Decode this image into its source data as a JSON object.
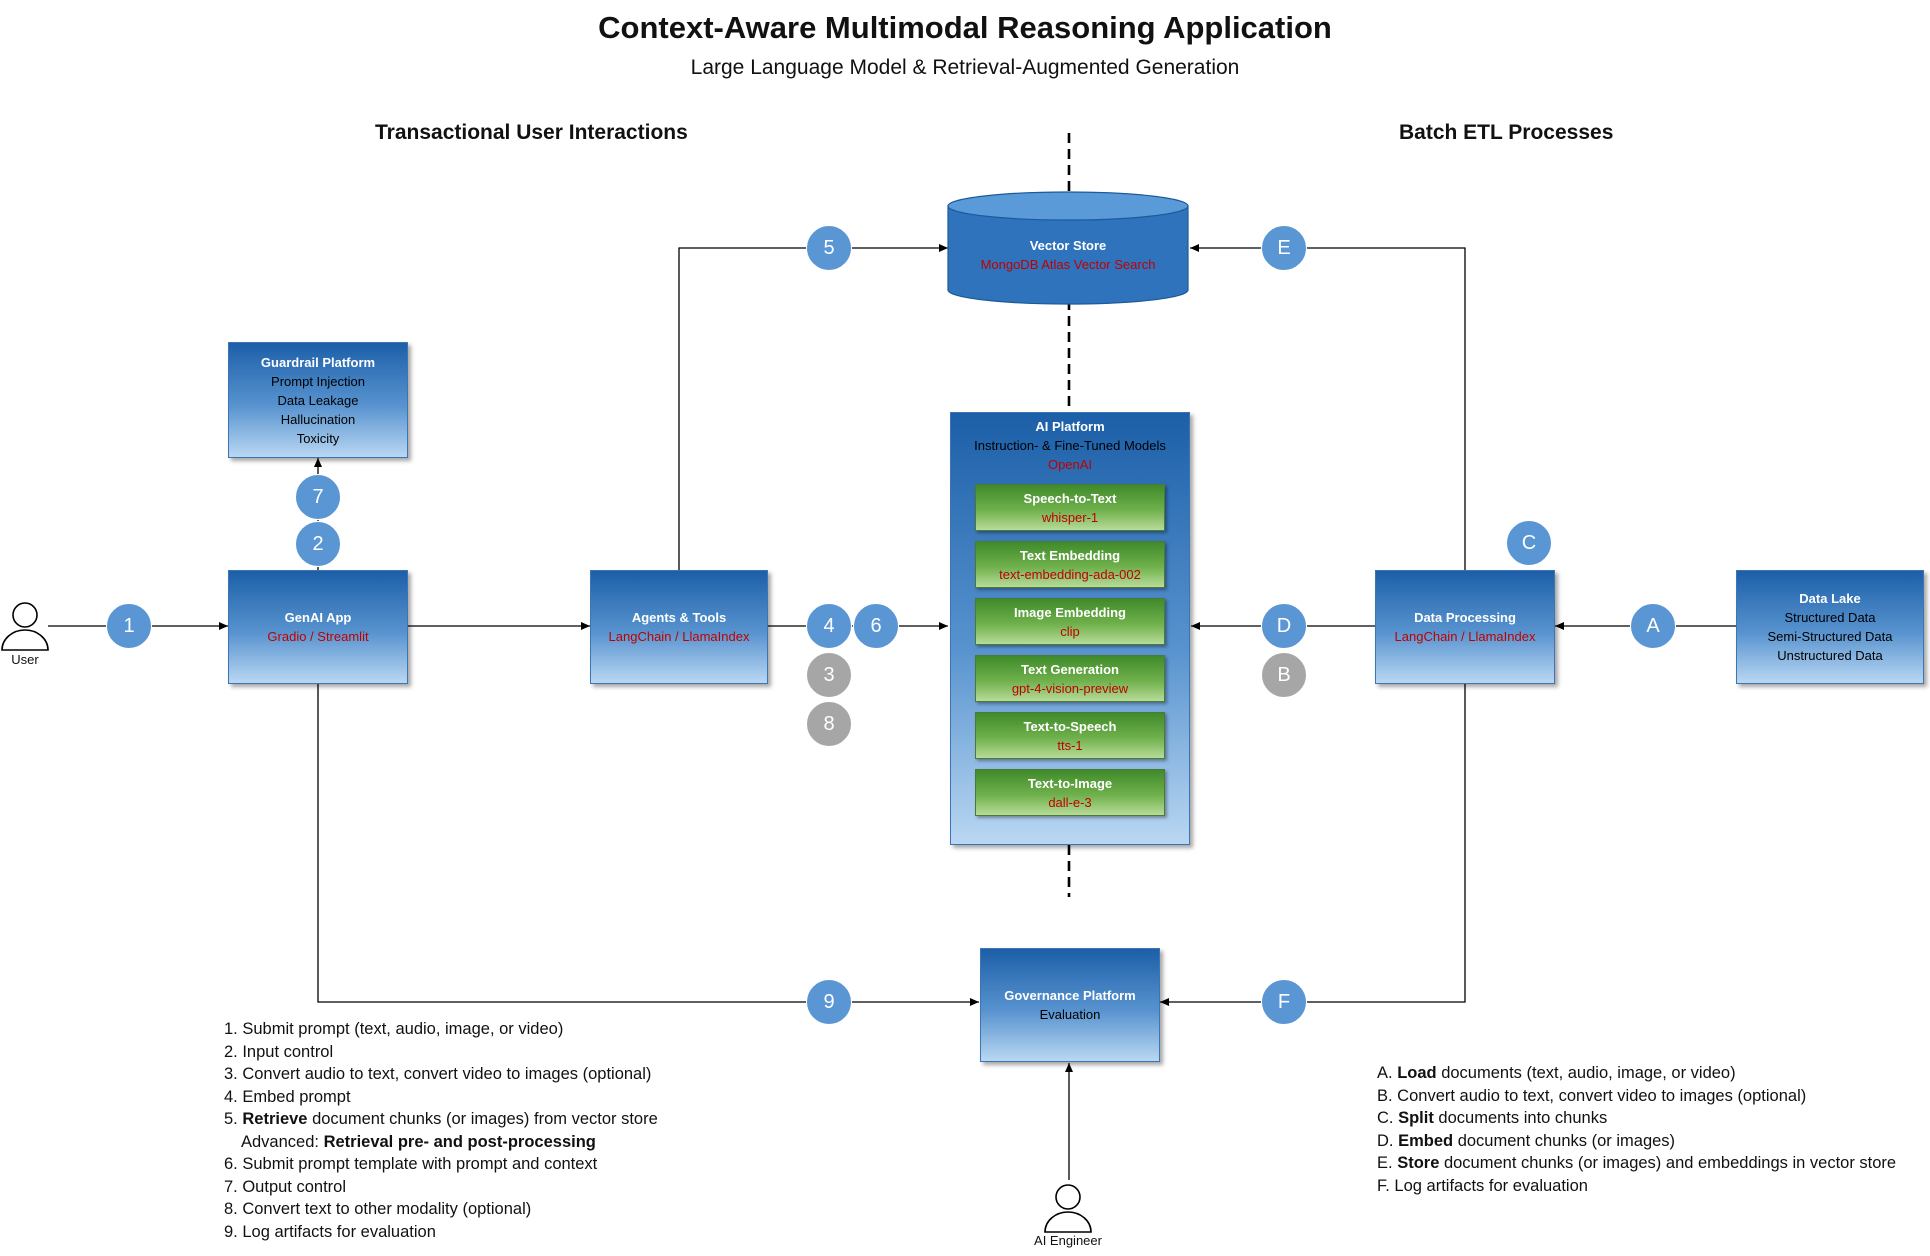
{
  "header": {
    "title": "Context-Aware Multimodal Reasoning Application",
    "subtitle": "Large Language Model & Retrieval-Augmented Generation"
  },
  "sections": {
    "left": "Transactional User Interactions",
    "right": "Batch ETL Processes"
  },
  "nodes": {
    "user": "User",
    "ai_engineer": "AI Engineer",
    "guardrail": {
      "title": "Guardrail Platform",
      "lines": [
        "Prompt Injection",
        "Data Leakage",
        "Hallucination",
        "Toxicity"
      ]
    },
    "genai_app": {
      "title": "GenAI App",
      "sub": "Gradio / Streamlit"
    },
    "agents": {
      "title": "Agents & Tools",
      "sub": "LangChain / LlamaIndex"
    },
    "vector_store": {
      "title": "Vector Store",
      "sub": "MongoDB Atlas Vector Search"
    },
    "ai_platform": {
      "title": "AI Platform",
      "line": "Instruction- & Fine-Tuned Models",
      "sub": "OpenAI"
    },
    "models": [
      {
        "title": "Speech-to-Text",
        "sub": "whisper-1"
      },
      {
        "title": "Text Embedding",
        "sub": "text-embedding-ada-002"
      },
      {
        "title": "Image Embedding",
        "sub": "clip"
      },
      {
        "title": "Text Generation",
        "sub": "gpt-4-vision-preview"
      },
      {
        "title": "Text-to-Speech",
        "sub": "tts-1"
      },
      {
        "title": "Text-to-Image",
        "sub": "dall-e-3"
      }
    ],
    "data_processing": {
      "title": "Data Processing",
      "sub": "LangChain / LlamaIndex"
    },
    "data_lake": {
      "title": "Data Lake",
      "lines": [
        "Structured Data",
        "Semi-Structured Data",
        "Unstructured Data"
      ]
    },
    "governance": {
      "title": "Governance Platform",
      "line": "Evaluation"
    }
  },
  "steps": {
    "s1": "1",
    "s2": "2",
    "s3": "3",
    "s4": "4",
    "s5": "5",
    "s6": "6",
    "s7": "7",
    "s8": "8",
    "s9": "9",
    "sA": "A",
    "sB": "B",
    "sC": "C",
    "sD": "D",
    "sE": "E",
    "sF": "F"
  },
  "legend_left": {
    "l1": "1. Submit prompt (text, audio, image, or video)",
    "l2": "2. Input control",
    "l3": "3. Convert audio to text, convert video to images (optional)",
    "l4": "4. Embed prompt",
    "l5a": "5. ",
    "l5b": "Retrieve",
    "l5c": " document chunks (or images) from vector store",
    "l5d": "Advanced: ",
    "l5e": "Retrieval pre- and post-processing",
    "l6": "6. Submit prompt template with prompt and context",
    "l7": "7. Output control",
    "l8": "8. Convert text to other modality (optional)",
    "l9": "9. Log artifacts for evaluation"
  },
  "legend_right": {
    "a1": "A. ",
    "a2": "Load",
    "a3": " documents (text, audio, image, or video)",
    "b1": "B. Convert audio to text, convert video to images (optional)",
    "c1": "C. ",
    "c2": "Split",
    "c3": " documents into chunks",
    "d1": "D. ",
    "d2": "Embed",
    "d3": " document chunks (or images)",
    "e1": "E. ",
    "e2": "Store",
    "e3": " document chunks (or images) and embeddings in vector store",
    "f1": "F. Log artifacts for evaluation"
  }
}
